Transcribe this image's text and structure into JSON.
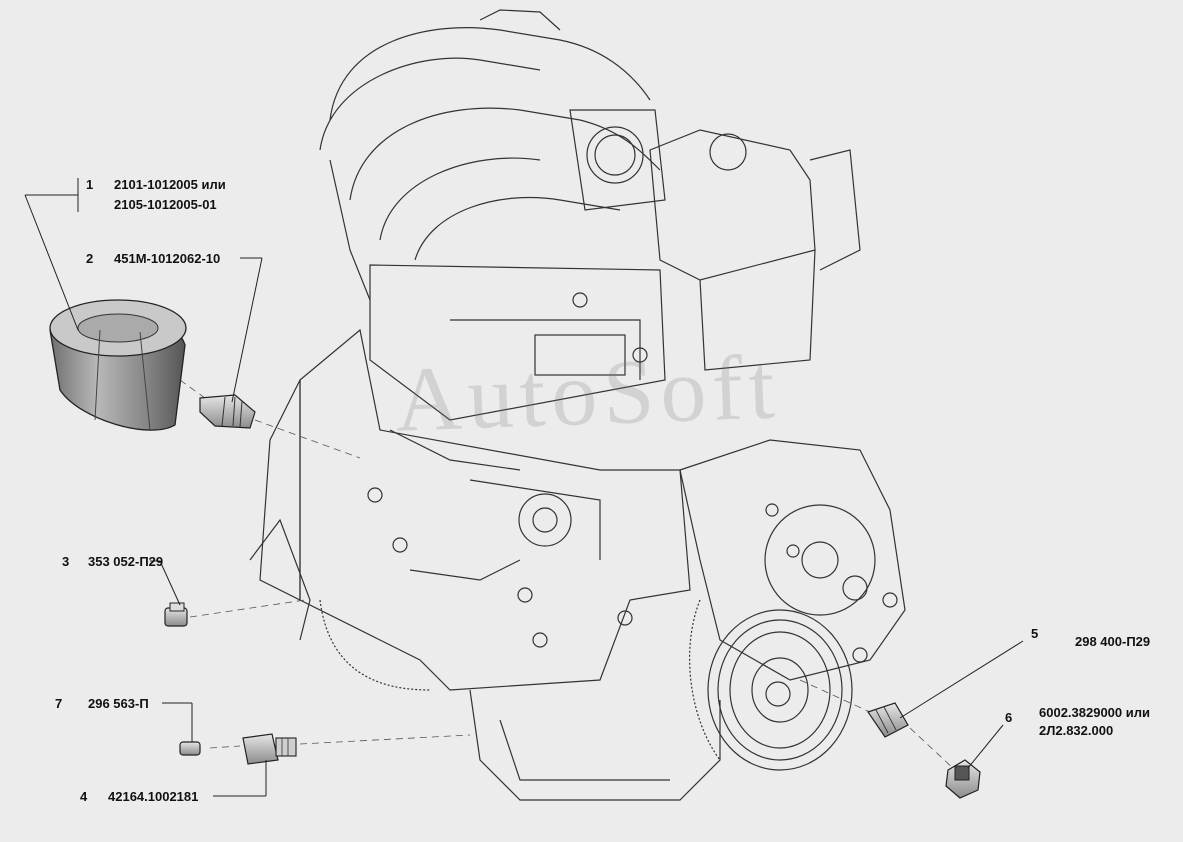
{
  "watermark": "AutoSoft",
  "callouts": [
    {
      "num": "1",
      "part": "2101-1012005 или",
      "part2": "2105-1012005-01"
    },
    {
      "num": "2",
      "part": "451М-1012062-10"
    },
    {
      "num": "3",
      "part": "353 052-П29"
    },
    {
      "num": "4",
      "part": "42164.1002181"
    },
    {
      "num": "5",
      "part": "298 400-П29"
    },
    {
      "num": "6",
      "part": "6002.3829000 или",
      "part2": "2Л2.832.000"
    },
    {
      "num": "7",
      "part": "296 563-П"
    }
  ],
  "colors": {
    "background": "#ececec",
    "lines": "#222222",
    "filter_body": "#8a8a8a"
  }
}
